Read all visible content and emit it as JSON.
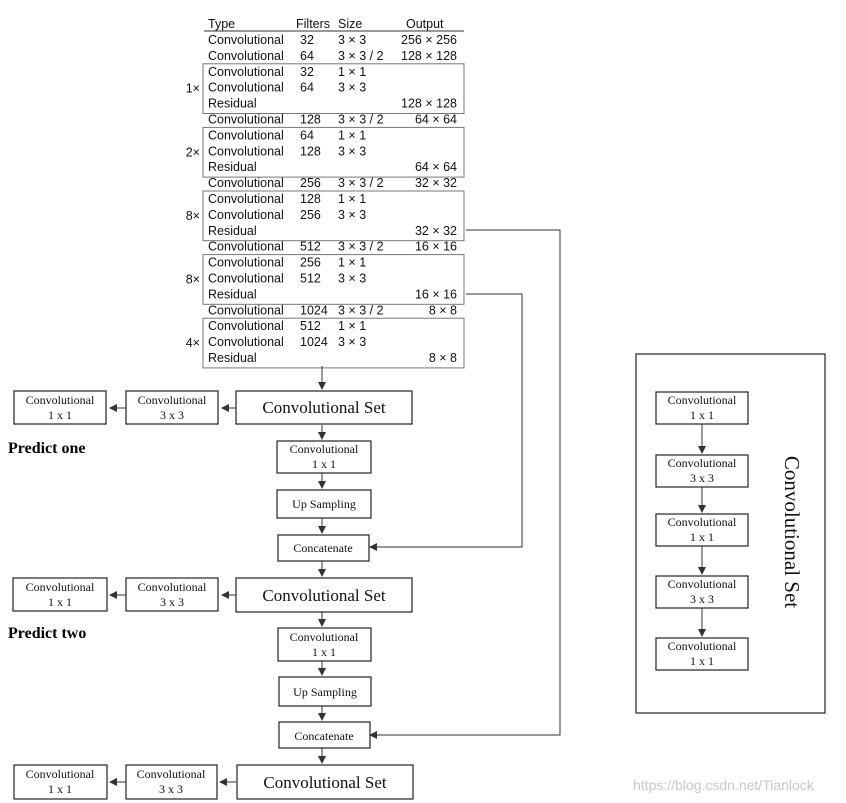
{
  "table": {
    "headers": [
      "Type",
      "Filters",
      "Size",
      "Output"
    ],
    "rows": [
      {
        "type": "Convolutional",
        "filters": "32",
        "size": "3 × 3",
        "output": "256 × 256"
      },
      {
        "type": "Convolutional",
        "filters": "64",
        "size": "3 × 3 / 2",
        "output": "128 × 128"
      },
      {
        "type": "Convolutional",
        "filters": "32",
        "size": "1 × 1",
        "output": ""
      },
      {
        "type": "Convolutional",
        "filters": "64",
        "size": "3 × 3",
        "output": ""
      },
      {
        "type": "Residual",
        "filters": "",
        "size": "",
        "output": "128 × 128"
      },
      {
        "type": "Convolutional",
        "filters": "128",
        "size": "3 × 3 / 2",
        "output": "64 × 64"
      },
      {
        "type": "Convolutional",
        "filters": "64",
        "size": "1 × 1",
        "output": ""
      },
      {
        "type": "Convolutional",
        "filters": "128",
        "size": "3 × 3",
        "output": ""
      },
      {
        "type": "Residual",
        "filters": "",
        "size": "",
        "output": "64 × 64"
      },
      {
        "type": "Convolutional",
        "filters": "256",
        "size": "3 × 3 / 2",
        "output": "32 × 32"
      },
      {
        "type": "Convolutional",
        "filters": "128",
        "size": "1 × 1",
        "output": ""
      },
      {
        "type": "Convolutional",
        "filters": "256",
        "size": "3 × 3",
        "output": ""
      },
      {
        "type": "Residual",
        "filters": "",
        "size": "",
        "output": "32 × 32"
      },
      {
        "type": "Convolutional",
        "filters": "512",
        "size": "3 × 3 / 2",
        "output": "16 × 16"
      },
      {
        "type": "Convolutional",
        "filters": "256",
        "size": "1 × 1",
        "output": ""
      },
      {
        "type": "Convolutional",
        "filters": "512",
        "size": "3 × 3",
        "output": ""
      },
      {
        "type": "Residual",
        "filters": "",
        "size": "",
        "output": "16 × 16"
      },
      {
        "type": "Convolutional",
        "filters": "1024",
        "size": "3 × 3 / 2",
        "output": "8 × 8"
      },
      {
        "type": "Convolutional",
        "filters": "512",
        "size": "1 × 1",
        "output": ""
      },
      {
        "type": "Convolutional",
        "filters": "1024",
        "size": "3 × 3",
        "output": ""
      },
      {
        "type": "Residual",
        "filters": "",
        "size": "",
        "output": "8 × 8"
      }
    ],
    "repeats": [
      "1×",
      "2×",
      "8×",
      "8×",
      "4×"
    ]
  },
  "heads": [
    {
      "conv_set": "Convolutional  Set",
      "conv3": "Convolutional\n3 x 3",
      "conv1": "Convolutional\n1 x 1",
      "predict": "Predict one"
    },
    {
      "conv_set": "Convolutional  Set",
      "conv3": "Convolutional\n3 x 3",
      "conv1": "Convolutional\n1 x 1",
      "predict": "Predict two"
    },
    {
      "conv_set": "Convolutional  Set",
      "conv3": "Convolutional\n3 x 3",
      "conv1": "Convolutional\n1 x 1",
      "predict": ""
    }
  ],
  "upsample_paths": [
    {
      "conv": "Convolutional\n1 x 1",
      "up": "Up Sampling",
      "concat": "Concatenate"
    },
    {
      "conv": "Convolutional\n1 x 1",
      "up": "Up Sampling",
      "concat": "Concatenate"
    }
  ],
  "legend": {
    "title": "Convolutional Set",
    "items": [
      "Convolutional\n1 x 1",
      "Convolutional\n3 x 3",
      "Convolutional\n1 x 1",
      "Convolutional\n3 x 3",
      "Convolutional\n1 x 1"
    ]
  },
  "watermark": "https://blog.csdn.net/Tianlock"
}
